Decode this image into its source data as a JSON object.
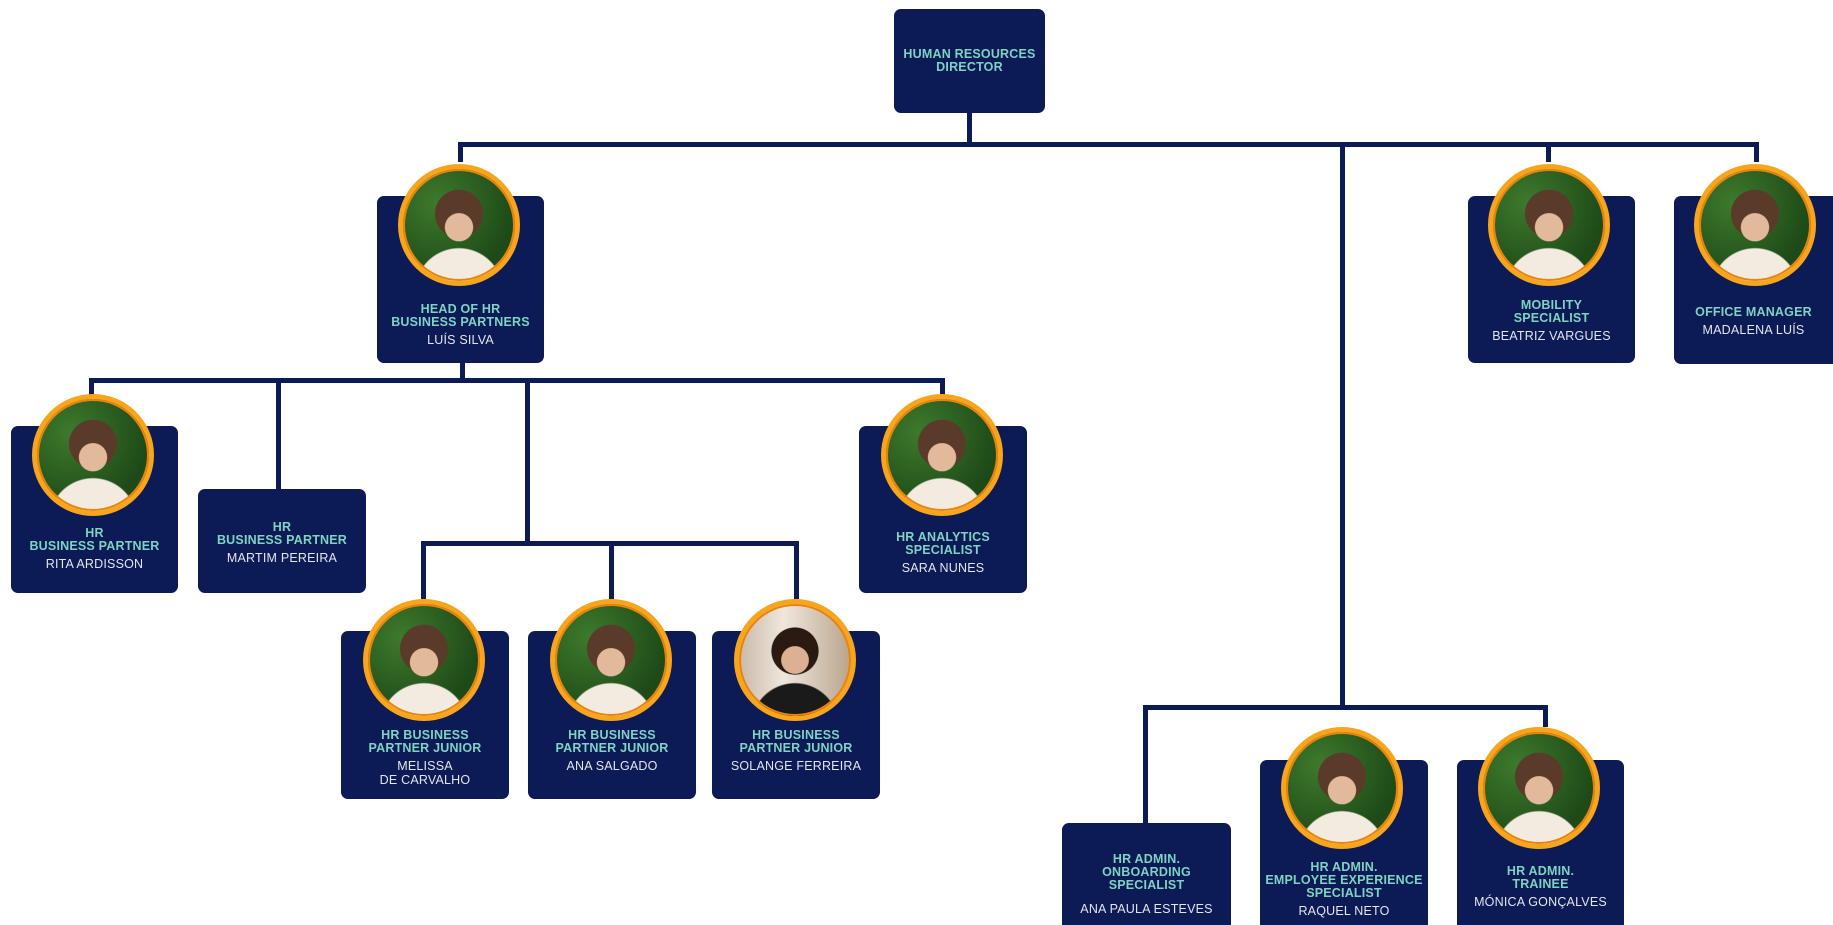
{
  "colors": {
    "card": "#0c1a55",
    "title": "#7ed3c4",
    "ring": "#f7a51c",
    "line": "#0c1a55"
  },
  "nodes": {
    "director": {
      "title": "HUMAN RESOURCES\nDIRECTOR"
    },
    "head_hrbp": {
      "title": "HEAD OF HR\nBUSINESS PARTNERS",
      "name": "LUÍS SILVA"
    },
    "mobility": {
      "title": "MOBILITY\nSPECIALIST",
      "name": "BEATRIZ VARGUES"
    },
    "office_mgr": {
      "title": "OFFICE MANAGER",
      "name": "MADALENA LUÍS"
    },
    "hrbp_rita": {
      "title": "HR\nBUSINESS PARTNER",
      "name": "RITA ARDISSON"
    },
    "hrbp_martim": {
      "title": "HR\nBUSINESS PARTNER",
      "name": "MARTIM PEREIRA"
    },
    "analytics": {
      "title": "HR ANALYTICS\nSPECIALIST",
      "name": "SARA NUNES"
    },
    "jr_melissa": {
      "title": "HR BUSINESS\nPARTNER JUNIOR",
      "name": "MELISSA\nDE CARVALHO"
    },
    "jr_ana": {
      "title": "HR BUSINESS\nPARTNER JUNIOR",
      "name": "ANA SALGADO"
    },
    "jr_solange": {
      "title": "HR BUSINESS\nPARTNER JUNIOR",
      "name": "SOLANGE FERREIRA"
    },
    "onboarding": {
      "title": "HR ADMIN.\nONBOARDING\nSPECIALIST",
      "name": "ANA PAULA ESTEVES"
    },
    "emp_exp": {
      "title": "HR ADMIN.\nEMPLOYEE EXPERIENCE\nSPECIALIST",
      "name": "RAQUEL NETO"
    },
    "trainee": {
      "title": "HR ADMIN.\nTRAINEE",
      "name": "MÓNICA GONÇALVES"
    }
  }
}
